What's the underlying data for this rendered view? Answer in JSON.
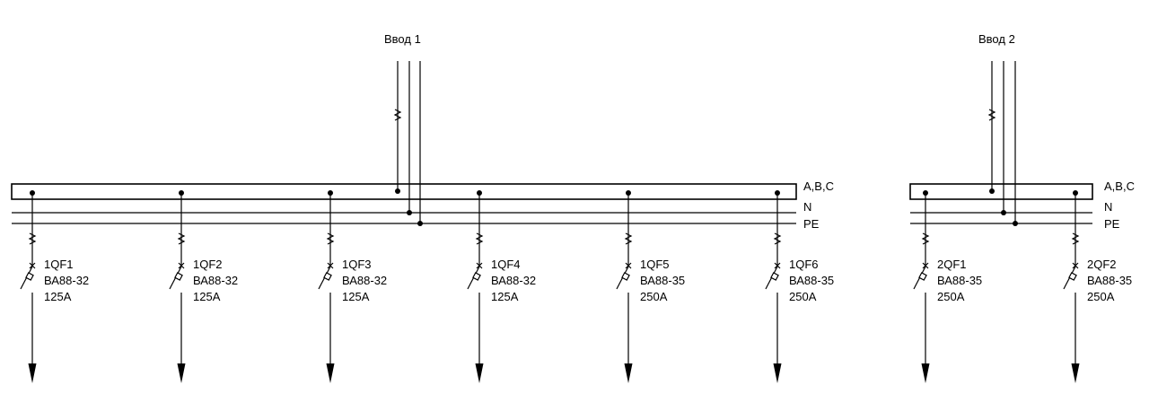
{
  "inputs": [
    {
      "label": "Ввод 1"
    },
    {
      "label": "Ввод 2"
    }
  ],
  "bus_labels": {
    "phase": "A,B,C",
    "neutral": "N",
    "pe": "PE"
  },
  "breakers": [
    {
      "id": "1QF1",
      "model": "ВА88-32",
      "rating": "125А"
    },
    {
      "id": "1QF2",
      "model": "ВА88-32",
      "rating": "125А"
    },
    {
      "id": "1QF3",
      "model": "ВА88-32",
      "rating": "125А"
    },
    {
      "id": "1QF4",
      "model": "ВА88-32",
      "rating": "125А"
    },
    {
      "id": "1QF5",
      "model": "ВА88-35",
      "rating": "250А"
    },
    {
      "id": "1QF6",
      "model": "ВА88-35",
      "rating": "250А"
    },
    {
      "id": "2QF1",
      "model": "ВА88-35",
      "rating": "250А"
    },
    {
      "id": "2QF2",
      "model": "ВА88-35",
      "rating": "250А"
    }
  ],
  "line_color": "#000000"
}
